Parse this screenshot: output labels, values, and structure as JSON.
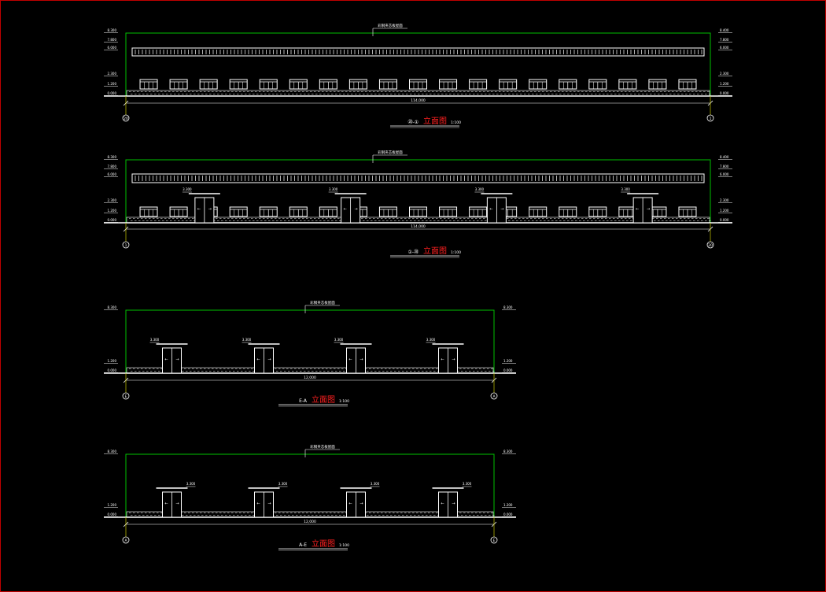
{
  "colors": {
    "background": "#000000",
    "frame": "#c00000",
    "outline": "#00c000",
    "lines": "#ffffff",
    "axis": "#c8c800",
    "title_red": "#ff2020"
  },
  "title_suffix": "立面图",
  "elevations": [
    {
      "id": "elev-1",
      "title_left": "⑳-①",
      "scale": "1:100",
      "dimension": "114,000",
      "axis_left": "20",
      "axis_right": "1",
      "left_levels": [
        "8.300",
        "7.800",
        "6.000",
        "2.300",
        "1.200",
        "0.000"
      ],
      "right_levels": [
        "8.400",
        "7.800",
        "6.000",
        "2.300",
        "1.200",
        "0.000"
      ],
      "roof_note": "彩钢夹芯板屋面",
      "window_count": 19,
      "door_count": 0,
      "door_note": "",
      "has_vent_band": true
    },
    {
      "id": "elev-2",
      "title_left": "①-⑳",
      "scale": "1:100",
      "dimension": "114,000",
      "axis_left": "1",
      "axis_right": "20",
      "left_levels": [
        "8.300",
        "7.800",
        "6.000",
        "2.300",
        "1.200",
        "0.000"
      ],
      "right_levels": [
        "8.400",
        "7.800",
        "6.000",
        "2.300",
        "1.200",
        "0.000"
      ],
      "roof_note": "彩钢夹芯板屋面",
      "window_count": 19,
      "door_count": 4,
      "door_note": "3.300",
      "has_vent_band": true
    },
    {
      "id": "elev-3",
      "title_left": "E-A",
      "scale": "1:100",
      "dimension": "12,000",
      "axis_left": "E",
      "axis_right": "A",
      "left_levels": [
        "8.300",
        "1.200",
        "0.000"
      ],
      "right_levels": [
        "8.300",
        "1.200",
        "0.000"
      ],
      "roof_note": "彩钢夹芯板屋面",
      "window_count": 0,
      "door_count": 4,
      "door_note": "3.300",
      "has_vent_band": false
    },
    {
      "id": "elev-4",
      "title_left": "A-E",
      "scale": "1:100",
      "dimension": "12,000",
      "axis_left": "A",
      "axis_right": "E",
      "left_levels": [
        "8.300",
        "1.200",
        "0.000"
      ],
      "right_levels": [
        "8.300",
        "1.200",
        "0.000"
      ],
      "roof_note": "彩钢夹芯板屋面",
      "window_count": 0,
      "door_count": 4,
      "door_note": "3.300",
      "has_vent_band": false
    }
  ]
}
